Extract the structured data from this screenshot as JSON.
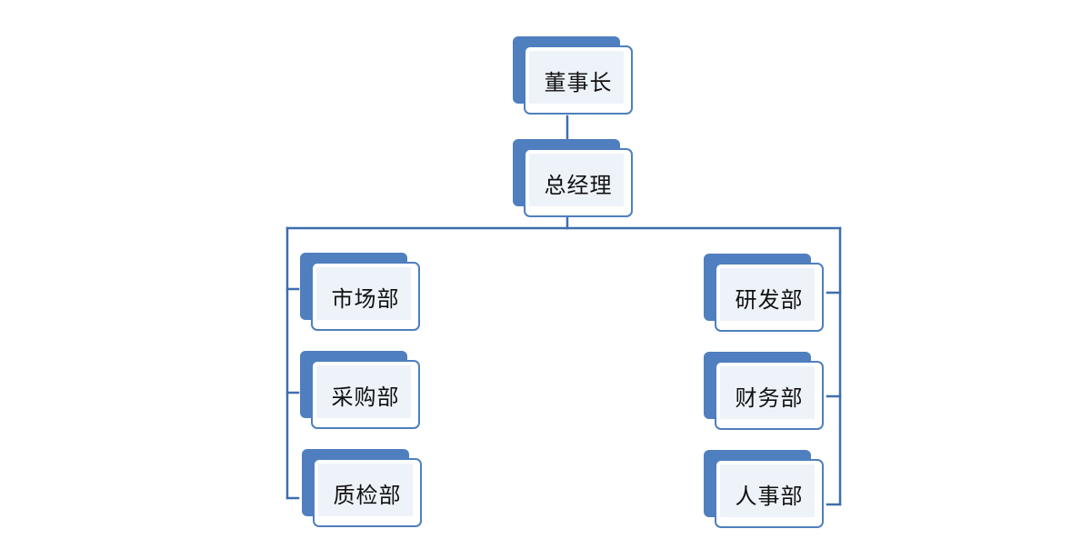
{
  "org_chart": {
    "chairman": "董事长",
    "general_manager": "总经理",
    "left_departments": [
      "市场部",
      "采购部",
      "质检部"
    ],
    "right_departments": [
      "研发部",
      "财务部",
      "人事部"
    ]
  },
  "colors": {
    "box_fill": "#4f7fbe",
    "box_border": "#4f7fbe",
    "box_inner": "#eef3fa",
    "connector": "#3d6fae"
  }
}
